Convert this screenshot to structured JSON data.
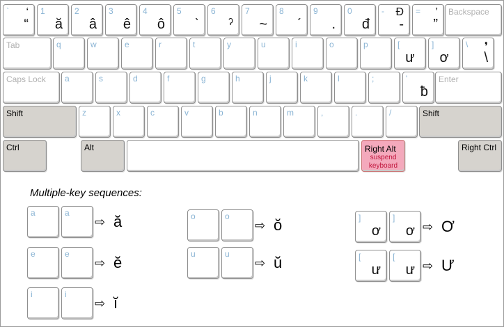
{
  "rows": {
    "num": [
      {
        "id": "grave",
        "base": "`",
        "shift": "‘",
        "alt": "“"
      },
      {
        "id": "1",
        "base": "1",
        "alt": "ă"
      },
      {
        "id": "2",
        "base": "2",
        "alt": "â"
      },
      {
        "id": "3",
        "base": "3",
        "alt": "ê"
      },
      {
        "id": "4",
        "base": "4",
        "alt": "ô"
      },
      {
        "id": "5",
        "base": "5",
        "alt": "ˋ"
      },
      {
        "id": "6",
        "base": "6",
        "alt": "ˀ"
      },
      {
        "id": "7",
        "base": "7",
        "alt": "~"
      },
      {
        "id": "8",
        "base": "8",
        "alt": "ˊ"
      },
      {
        "id": "9",
        "base": "9",
        "alt": "."
      },
      {
        "id": "0",
        "base": "0",
        "alt": "đ"
      },
      {
        "id": "minus",
        "base": "-",
        "shift": "Đ",
        "alt": "-"
      },
      {
        "id": "equal",
        "base": "=",
        "shift": "’",
        "alt": "”"
      }
    ],
    "top": [
      "q",
      "w",
      "e",
      "r",
      "t",
      "y",
      "u",
      "i",
      "o",
      "p"
    ],
    "top_extra": [
      {
        "id": "lbracket",
        "base": "[",
        "mid": "ư"
      },
      {
        "id": "rbracket",
        "base": "]",
        "mid": "ơ"
      },
      {
        "id": "backslash",
        "base": "\\",
        "shift": "❜",
        "alt": "\\"
      }
    ],
    "home": [
      "a",
      "s",
      "d",
      "f",
      "g",
      "h",
      "j",
      "k",
      "l",
      ";"
    ],
    "home_extra": [
      {
        "id": "quote",
        "base": "'",
        "alt": "ƀ"
      }
    ],
    "bottom": [
      "z",
      "x",
      "c",
      "v",
      "b",
      "n",
      "m",
      ",",
      ".",
      "/"
    ]
  },
  "labels": {
    "backspace": "Backspace",
    "tab": "Tab",
    "capslock": "Caps Lock",
    "enter": "Enter",
    "lshift": "Shift",
    "rshift": "Shift",
    "ctrl": "Ctrl",
    "alt": "Alt",
    "ralt": "Right Alt",
    "ralt_sub1": "suspend",
    "ralt_sub2": "keyboard",
    "rctrl": "Right Ctrl"
  },
  "sequences_heading": "Multiple-key sequences:",
  "sequences": [
    {
      "k1": "a",
      "k2": "a",
      "result": "ă"
    },
    {
      "k1": "e",
      "k2": "e",
      "result": "ĕ"
    },
    {
      "k1": "i",
      "k2": "i",
      "result": "ĭ"
    },
    {
      "k1": "o",
      "k2": "o",
      "result": "ŏ"
    },
    {
      "k1": "u",
      "k2": "u",
      "result": "ŭ"
    },
    {
      "k1": "]",
      "k1alt": "ơ",
      "k2": "]",
      "k2alt": "ơ",
      "result": "Ơ"
    },
    {
      "k1": "[",
      "k1alt": "ư",
      "k2": "[",
      "k2alt": "ư",
      "result": "Ư"
    }
  ],
  "arrow": "⇨"
}
